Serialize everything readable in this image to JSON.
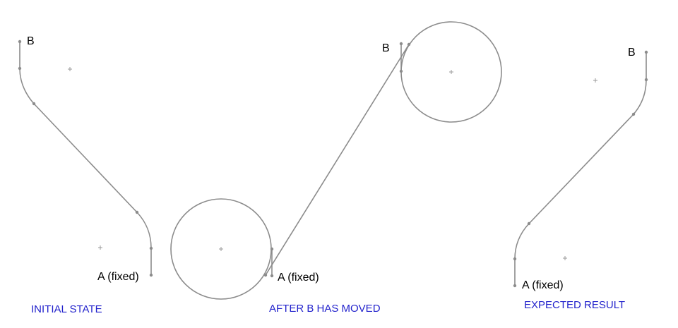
{
  "panels": [
    {
      "caption": "INITIAL STATE",
      "label_b": "B",
      "label_a": "A (fixed)"
    },
    {
      "caption": "AFTER B HAS MOVED",
      "label_b": "B",
      "label_a": "A (fixed)"
    },
    {
      "caption": "EXPECTED RESULT",
      "label_b": "B",
      "label_a": "A (fixed)"
    }
  ],
  "colors": {
    "caption": "#2222cc",
    "geometry": "#8c8c8c",
    "label": "#000000"
  }
}
